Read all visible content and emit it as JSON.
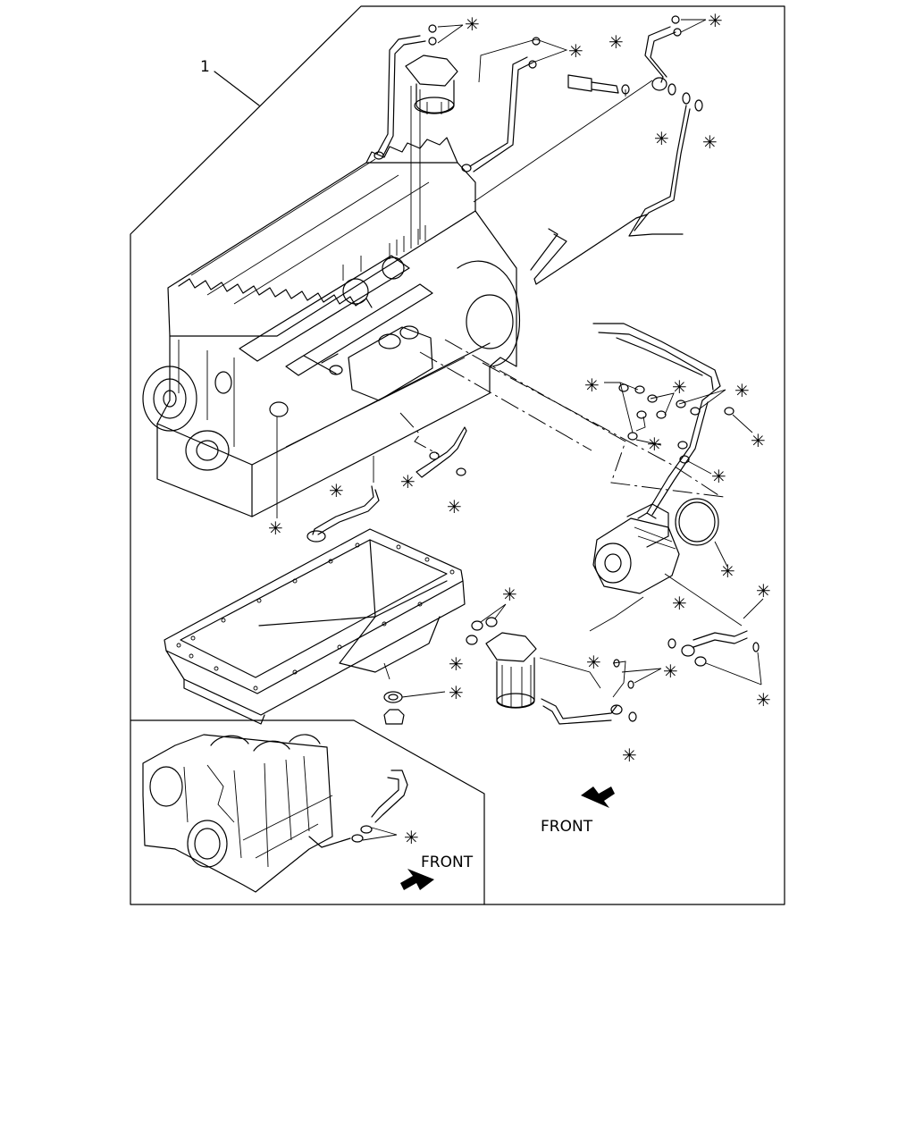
{
  "callout_number": "1",
  "marker_symbol": "✳",
  "labels": {
    "front_main": "FRONT",
    "front_inset": "FRONT"
  },
  "icons": {
    "front_arrow_main": "arrow-left-down-icon",
    "front_arrow_inset": "arrow-right-up-icon"
  }
}
